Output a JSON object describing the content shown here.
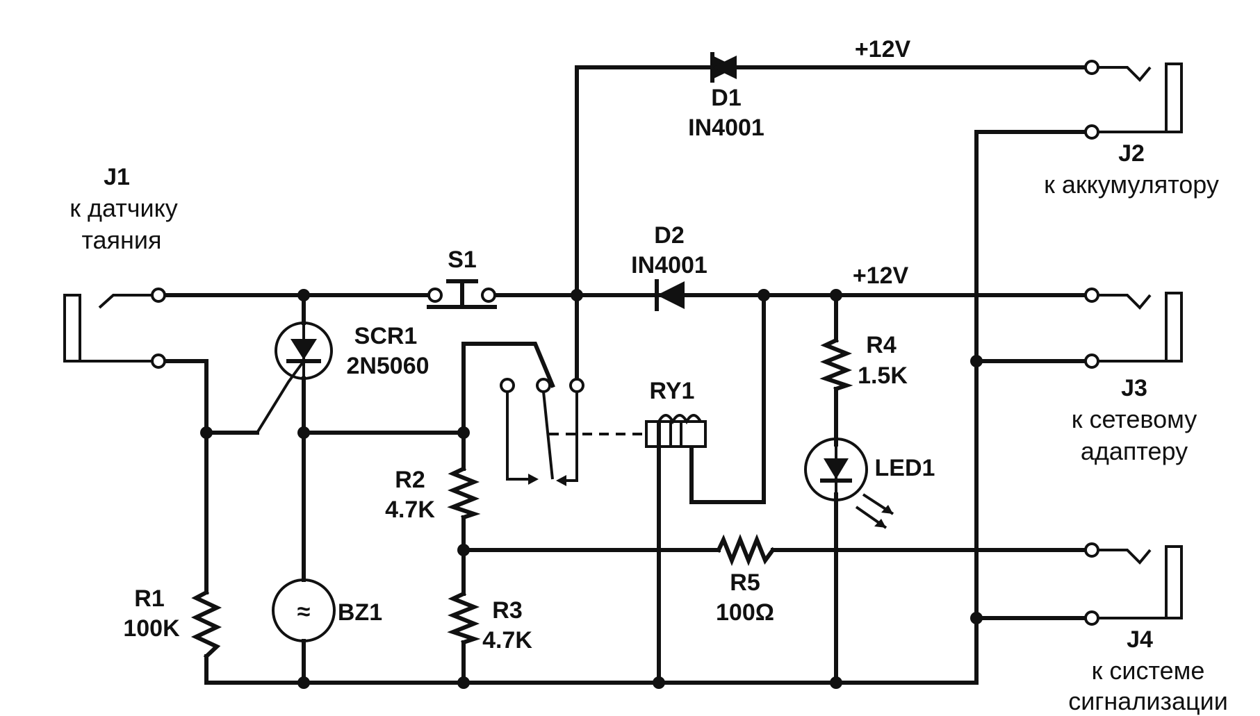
{
  "labels": {
    "j1_ref": "J1",
    "j1_desc_1": "к датчику",
    "j1_desc_2": "таяния",
    "j2_ref": "J2",
    "j2_desc": "к аккумулятору",
    "j3_ref": "J3",
    "j3_desc_1": "к сетевому",
    "j3_desc_2": "адаптеру",
    "j4_ref": "J4",
    "j4_desc_1": "к системе",
    "j4_desc_2": "сигнализации",
    "d1_ref": "D1",
    "d1_part": "IN4001",
    "d2_ref": "D2",
    "d2_part": "IN4001",
    "v_top": "+12V",
    "v_mid": "+12V",
    "s1_ref": "S1",
    "scr1_ref": "SCR1",
    "scr1_part": "2N5060",
    "ry1_ref": "RY1",
    "r1_ref": "R1",
    "r1_val": "100K",
    "r2_ref": "R2",
    "r2_val": "4.7K",
    "r3_ref": "R3",
    "r3_val": "4.7K",
    "r4_ref": "R4",
    "r4_val": "1.5K",
    "r5_ref": "R5",
    "r5_val": "100Ω",
    "led1_ref": "LED1",
    "bz1_ref": "BZ1",
    "bz1_symbol": "≈"
  }
}
